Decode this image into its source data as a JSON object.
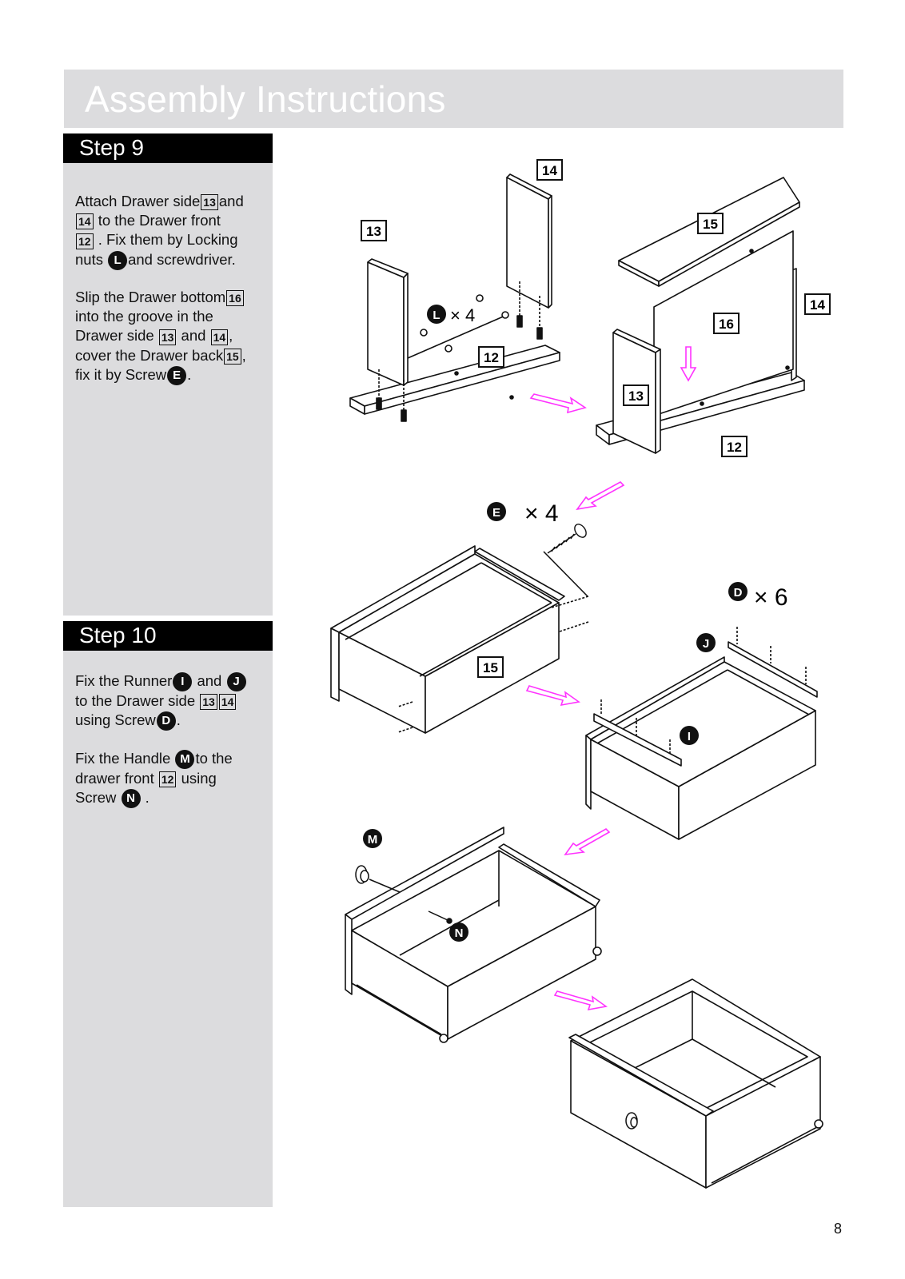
{
  "header": {
    "title": "Assembly Instructions"
  },
  "step9": {
    "label": "Step 9",
    "p1": {
      "t1": "Attach Drawer side",
      "b1": "13",
      "t2": "and",
      "b2": "14",
      "t3": " to the Drawer front",
      "b3": "12",
      "t4": " . Fix them by Locking",
      "t5": "nuts ",
      "c1": "L",
      "t6": "and screwdriver."
    },
    "p2": {
      "t1": "Slip the Drawer bottom",
      "b1": "16",
      "t2": "into the groove in the",
      "t3": "Drawer side ",
      "b2": "13",
      "t4": " and ",
      "b3": "14",
      "t5": ",",
      "t6": "cover the Drawer back",
      "b4": "15",
      "t7": ",",
      "t8": "fix it by Screw",
      "c1": "E",
      "t9": "."
    }
  },
  "step10": {
    "label": "Step 10",
    "p1": {
      "t1": "Fix the Runner",
      "c1": "I",
      "t2": " and ",
      "c2": "J",
      "t3": "to the Drawer side ",
      "b1": "13",
      "b2": "14",
      "t4": "using Screw",
      "c3": "D",
      "t5": "."
    },
    "p2": {
      "t1": "Fix the Handle ",
      "c1": "M",
      "t2": "to the",
      "t3": "drawer front ",
      "b1": "12",
      "t4": " using",
      "t5": "Screw ",
      "c2": "N",
      "t6": " ."
    }
  },
  "diagram": {
    "fig1": {
      "box_13": "13",
      "box_14": "14",
      "box_12": "12",
      "circle_L": "L",
      "qty_L": "× 4"
    },
    "fig2": {
      "box_15": "15",
      "box_16": "16",
      "box_14": "14",
      "box_13": "13",
      "box_12": "12"
    },
    "fig3": {
      "circle_E": "E",
      "qty_E": "× 4",
      "box_15": "15"
    },
    "fig4": {
      "circle_D": "D",
      "qty_D": "× 6",
      "circle_J": "J",
      "circle_I": "I"
    },
    "fig5": {
      "circle_M": "M",
      "circle_N": "N"
    }
  },
  "colors": {
    "panel": "#dcdcde",
    "arrow": "#ff33ff",
    "step_bar": "#000000"
  },
  "page_number": "8"
}
